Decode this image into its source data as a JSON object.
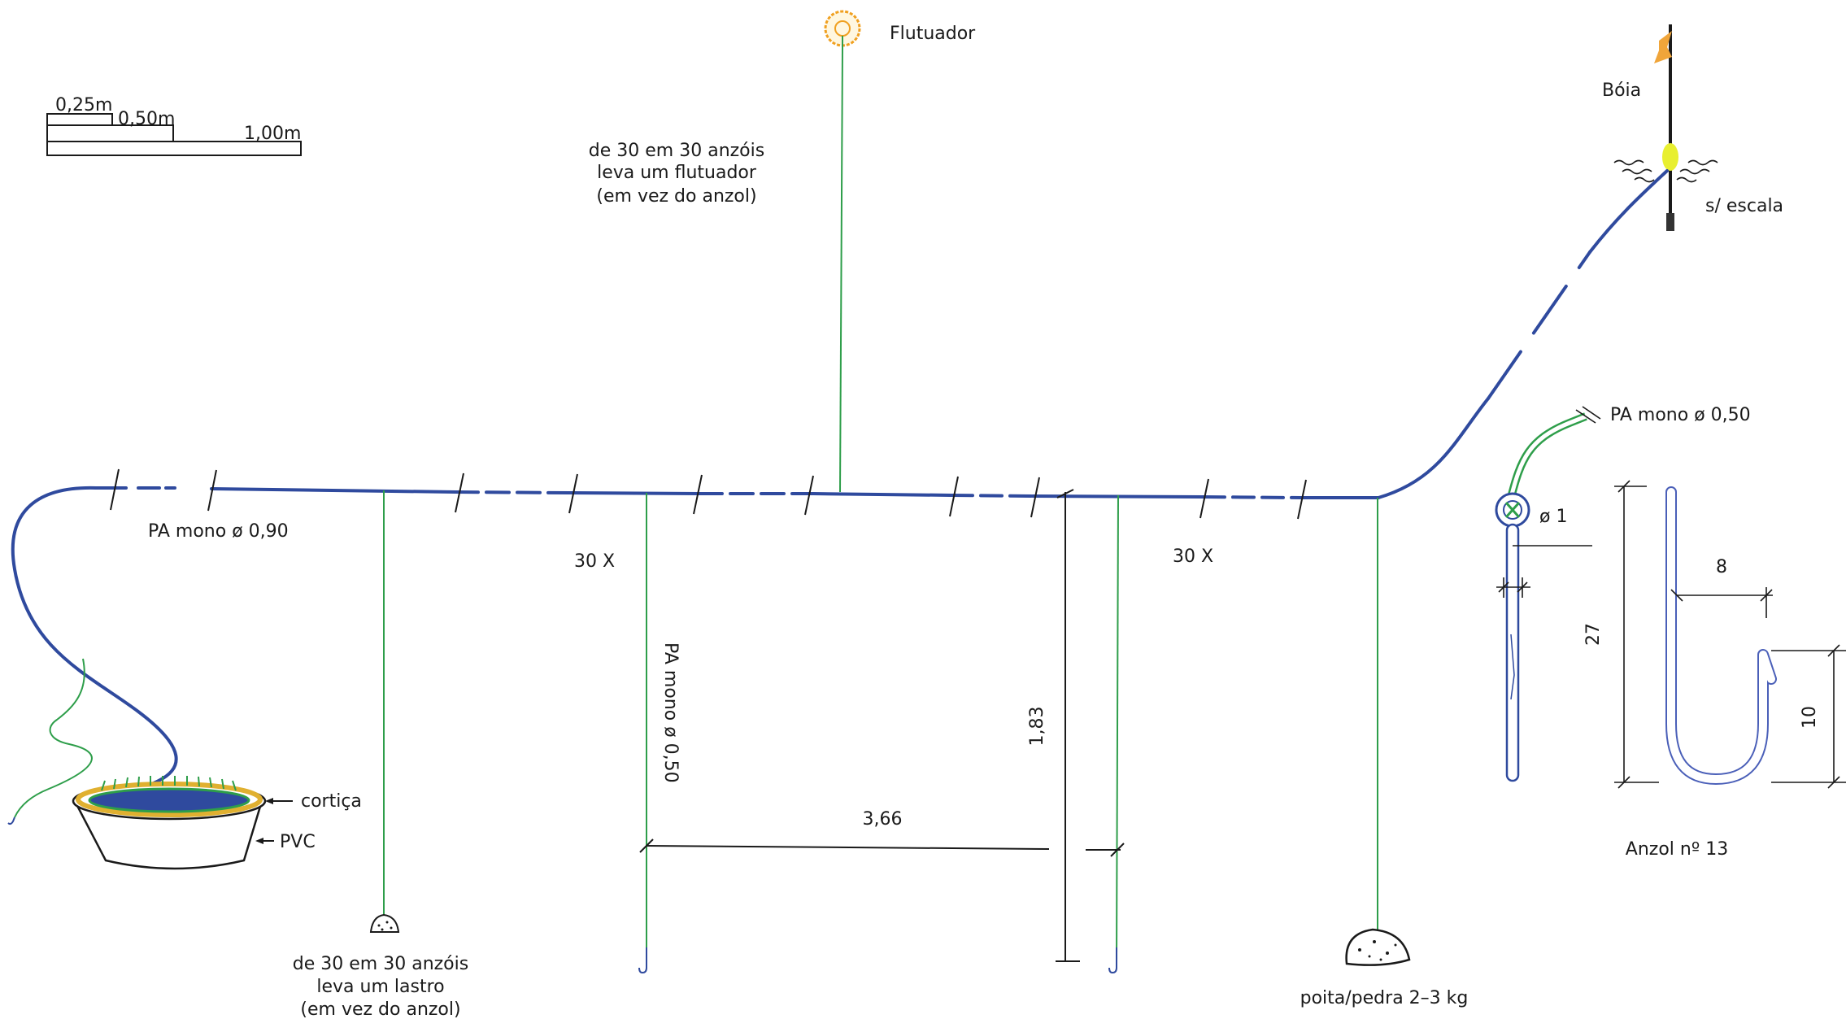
{
  "colors": {
    "main_line": "#2f4a9e",
    "branch_line": "#2e9e4a",
    "dimension_line": "#1a1a1a",
    "float_orange": "#f0a020",
    "buoy_yellow": "#e8ef30",
    "flag_orange": "#f0a53a",
    "cork": "#e0b030",
    "hook_blue": "#4a5fb8"
  },
  "icons": {
    "float": "float-icon",
    "buoy": "buoy-icon",
    "sinker": "sinker-stone-icon",
    "anchor": "anchor-stone-icon",
    "basket": "pvc-basket-icon",
    "hook": "fish-hook-icon"
  },
  "scale_bar": {
    "label_025": "0,25m",
    "label_050": "0,50m",
    "label_100": "1,00m"
  },
  "labels": {
    "flutuador": "Flutuador",
    "float_note_1": "de 30 em 30 anzóis",
    "float_note_2": "leva um flutuador",
    "float_note_3": "(em vez do anzol)",
    "boia": "Bóia",
    "no_scale": "s/ escala",
    "pa_mono_090": "PA mono ø 0,90",
    "thirty_x_left": "30 X",
    "thirty_x_right": "30 X",
    "pa_mono_050_vertical": "PA mono ø 0,50",
    "pa_mono_050_hook": "PA mono ø 0,50",
    "dim_spacing": "3,66",
    "dim_depth": "1,83",
    "cortica": "cortiça",
    "pvc": "PVC",
    "sinker_note_1": "de 30 em 30 anzóis",
    "sinker_note_2": "leva um lastro",
    "sinker_note_3": "(em vez do anzol)",
    "anchor": "poita/pedra 2–3 kg",
    "dim_eye": "ø 1",
    "dim_gap": "8",
    "dim_length": "27",
    "dim_bend": "10",
    "hook_title": "Anzol nº 13"
  }
}
